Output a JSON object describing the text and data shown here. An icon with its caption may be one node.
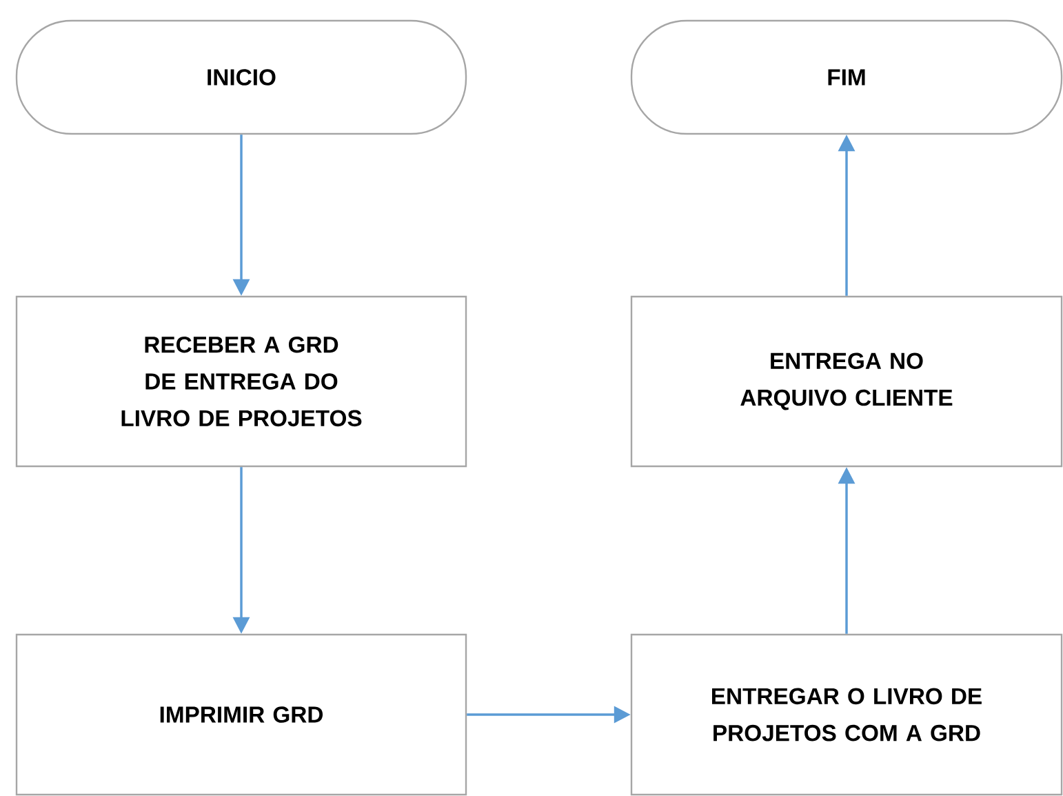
{
  "diagram": {
    "nodes": [
      {
        "text": [
          "INICIO"
        ]
      },
      {
        "text": [
          "FIM"
        ]
      },
      {
        "text": [
          "RECEBER A GRD DE ENTREGA DO LIVRO DE PROJETOS"
        ]
      },
      {
        "text": [
          "ENTREGA NO ARQUIVO CLIENTE"
        ]
      },
      {
        "text": [
          "IMPRIMIR GRD"
        ]
      },
      {
        "text": [
          "ENTREGAR O LIVRO DE PROJETOS COM A GRD"
        ]
      }
    ],
    "edges": [
      {
        "from": 0,
        "to": 2,
        "arrow": "to"
      },
      {
        "from": 2,
        "to": 4,
        "arrow": "to"
      },
      {
        "from": 4,
        "to": 5,
        "arrow": "to"
      },
      {
        "from": 5,
        "to": 3,
        "arrow": "to"
      },
      {
        "from": 3,
        "to": 1,
        "arrow": "to"
      }
    ]
  }
}
